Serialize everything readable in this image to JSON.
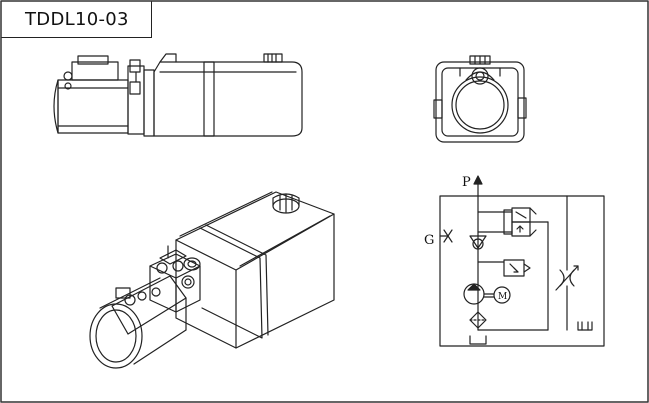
{
  "title": {
    "model": "TDDL10-03"
  },
  "schematic": {
    "port_p": "P",
    "port_g": "G"
  }
}
